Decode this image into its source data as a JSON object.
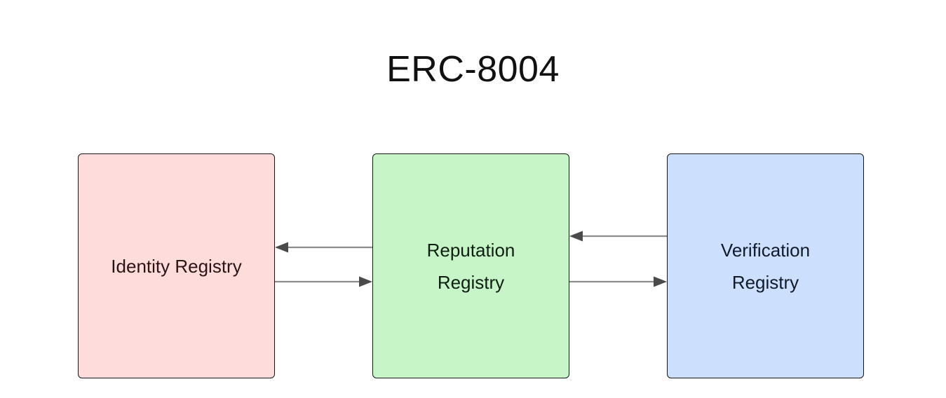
{
  "diagram": {
    "title": "ERC-8004",
    "background_color": "#ffffff",
    "title_color": "#111111",
    "edge_color": "#8b8b8b",
    "arrowhead_color": "#4a4a4a",
    "node_border_color": "#16161a",
    "nodes": [
      {
        "id": "identity",
        "label": "Identity Registry",
        "fill": "#ffdcdc",
        "text_color": "#2b1416"
      },
      {
        "id": "reputation",
        "label": "Reputation\nRegistry",
        "fill": "#c8f5c8",
        "text_color": "#0d1f10"
      },
      {
        "id": "verification",
        "label": "Verification\nRegistry",
        "fill": "#cce0fd",
        "text_color": "#101a2b"
      }
    ],
    "edges": [
      {
        "id": "reputation-to-identity",
        "from": "reputation",
        "to": "identity",
        "direction": "left",
        "label": ""
      },
      {
        "id": "identity-to-reputation",
        "from": "identity",
        "to": "reputation",
        "direction": "right",
        "label": ""
      },
      {
        "id": "verification-to-reputation",
        "from": "verification",
        "to": "reputation",
        "direction": "left",
        "label": ""
      },
      {
        "id": "reputation-to-verification",
        "from": "reputation",
        "to": "verification",
        "direction": "right",
        "label": ""
      }
    ]
  }
}
